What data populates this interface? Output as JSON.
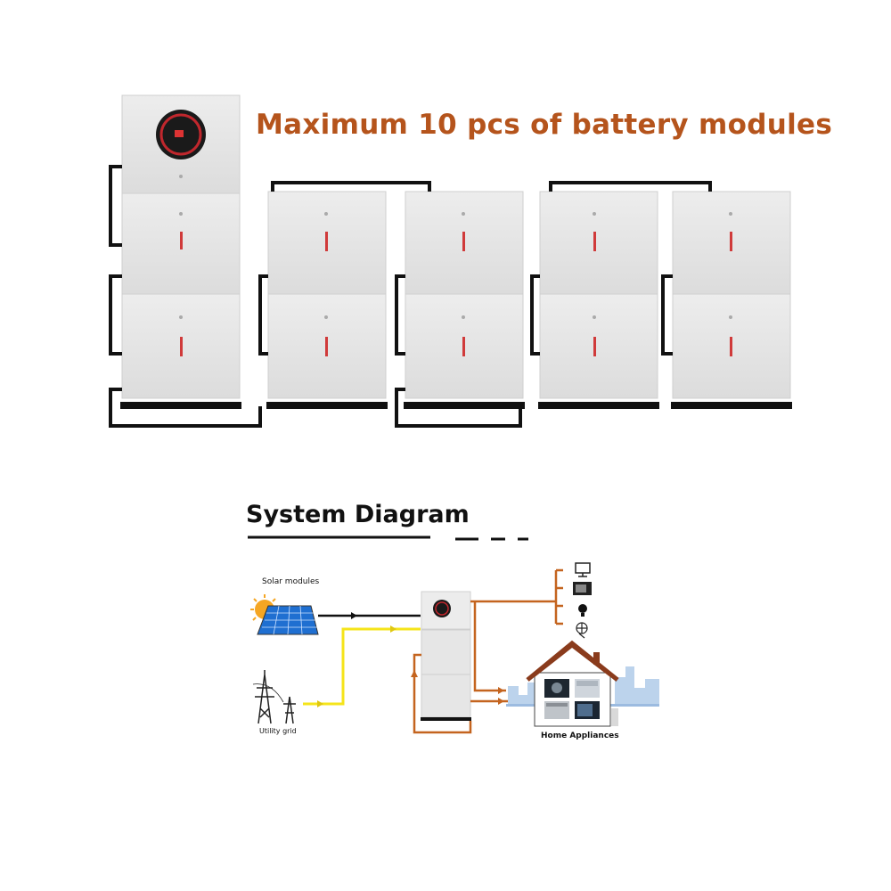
{
  "headline": "Maximum 10 pcs of battery modules",
  "system_diagram": {
    "title": "System Diagram",
    "solar_label": "Solar modules",
    "grid_label": "Utility grid",
    "home_label": "Home Appliances"
  },
  "colors": {
    "headline": "#b5541c",
    "cable": "#111111",
    "ac_line": "#c4641f",
    "grid_line": "#f5e41a",
    "module_body": "#e6e6e6",
    "indicator": "#d03a3a"
  },
  "icons": [
    "inverter-display-icon",
    "solar-panel-icon",
    "sun-icon",
    "power-tower-icon",
    "house-icon",
    "monitor-icon",
    "tv-icon",
    "bulb-icon",
    "fan-icon",
    "washing-machine-icon",
    "fridge-icon",
    "stove-icon",
    "microwave-icon"
  ]
}
